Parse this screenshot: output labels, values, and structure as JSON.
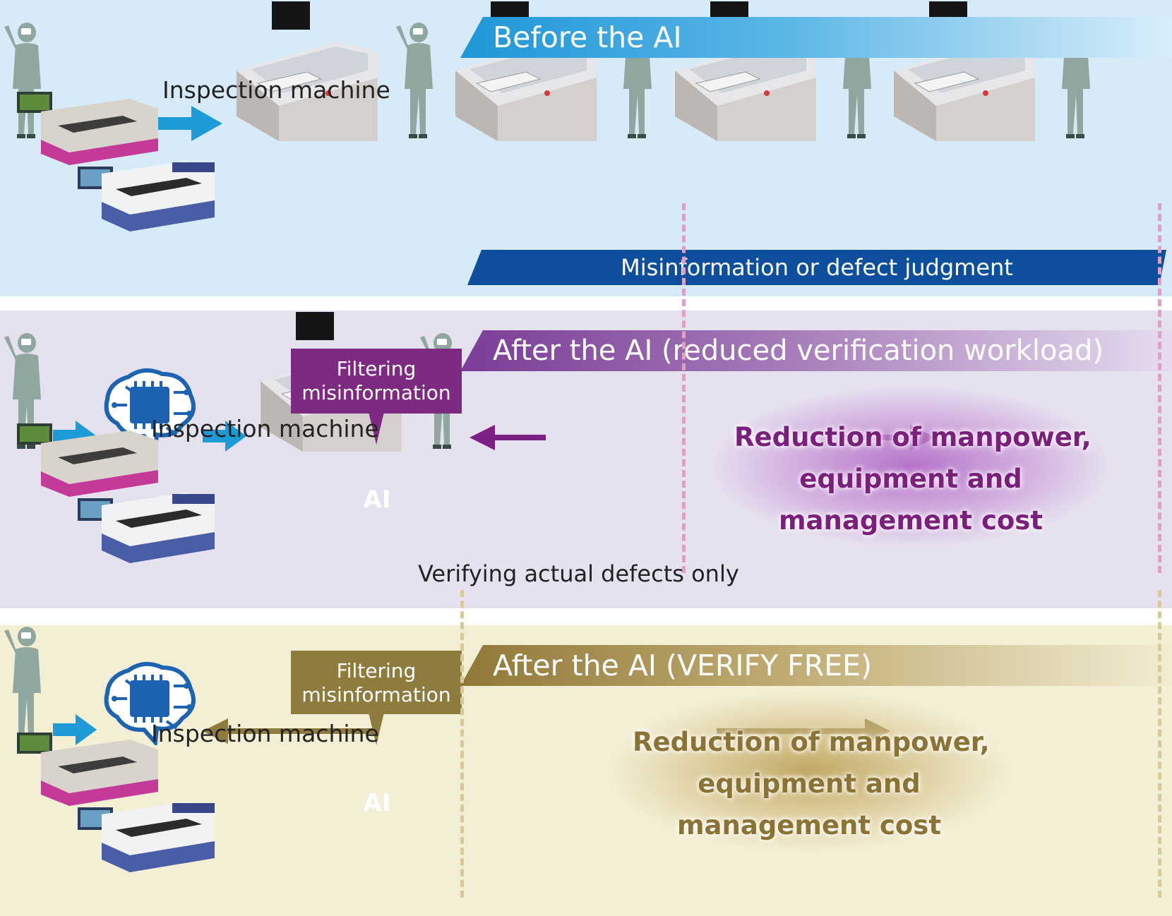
{
  "before": {
    "title": "Before the AI",
    "machine_label": "Inspection machine",
    "band_label": "Misinformation or defect judgment",
    "verification_stations": 4
  },
  "after_reduced": {
    "title": "After the AI (reduced verification workload)",
    "machine_label": "Inspection machine",
    "callout": "Filtering\nmisinformation",
    "ai_chip_label": "AI",
    "caption": "Verifying actual defects only",
    "reduction_lines": [
      "Reduction of manpower,",
      "equipment and",
      "management cost"
    ]
  },
  "after_verify_free": {
    "title": "After the AI (VERIFY FREE)",
    "machine_label": "Inspection machine",
    "callout": "Filtering\nmisinformation",
    "ai_chip_label": "AI",
    "reduction_lines": [
      "Reduction of manpower,",
      "equipment and",
      "management cost"
    ]
  },
  "colors": {
    "before_bg": "#d6ebf7",
    "reduced_bg": "#e6e1ef",
    "verify_free_bg": "#f3efd5",
    "blue_accent": "#1f96d8",
    "dark_blue": "#0d4f9c",
    "purple_accent": "#7e2a83",
    "gold_accent": "#8e7b3e",
    "arrow_blue": "#1e9ad6"
  },
  "icons": [
    "inspection-machine-icon",
    "operator-icon",
    "verification-station-icon",
    "ai-brain-chip-icon",
    "arrow-right-icon",
    "double-arrow-icon"
  ]
}
